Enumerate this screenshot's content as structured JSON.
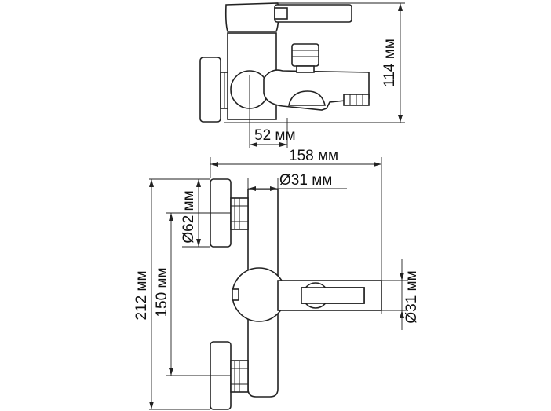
{
  "dimensions": {
    "height_side": "114 мм",
    "offset_side": "52 мм",
    "total_width": "158 мм",
    "body_diameter": "Ø31 мм",
    "flange_diameter": "Ø62 мм",
    "handle_diameter": "Ø31 мм",
    "total_height": "212 мм",
    "center_distance": "150 мм"
  }
}
